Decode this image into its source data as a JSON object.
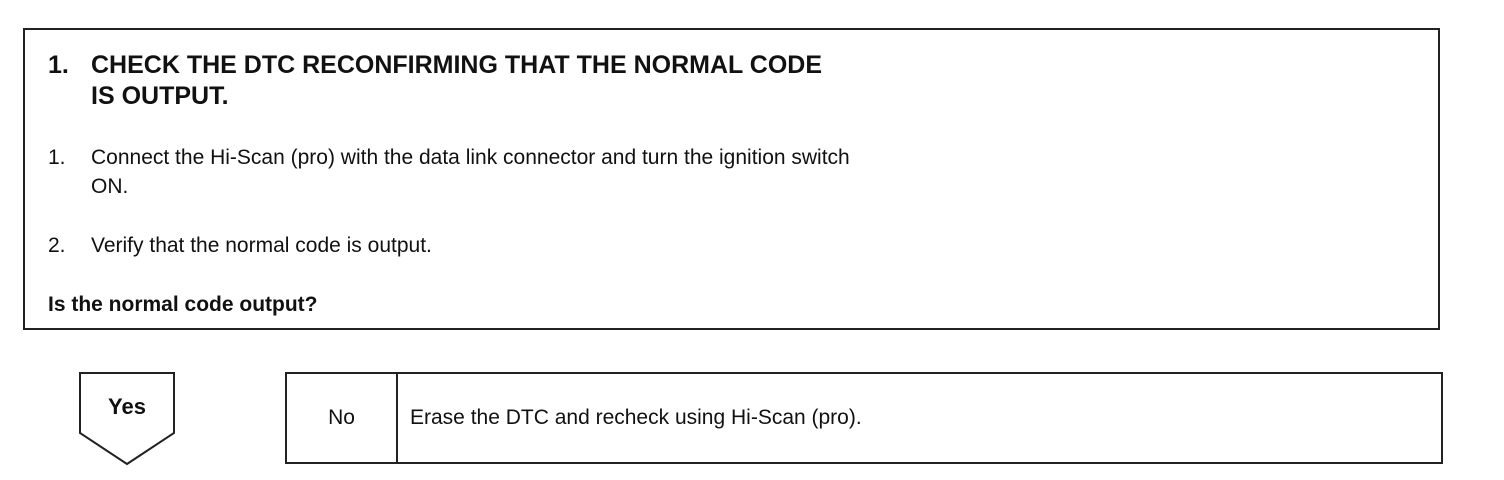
{
  "check": {
    "number": "1.",
    "title": "CHECK THE DTC RECONFIRMING THAT THE NORMAL CODE IS OUTPUT.",
    "steps": [
      {
        "number": "1.",
        "text": "Connect the Hi-Scan (pro) with the data link connector and turn the ignition switch ON."
      },
      {
        "number": "2.",
        "text": "Verify that the normal code is output."
      }
    ],
    "question": "Is the normal code output?"
  },
  "result": {
    "yes_label": "Yes",
    "no_label": "No",
    "no_action": "Erase the DTC and recheck using Hi-Scan (pro)."
  }
}
